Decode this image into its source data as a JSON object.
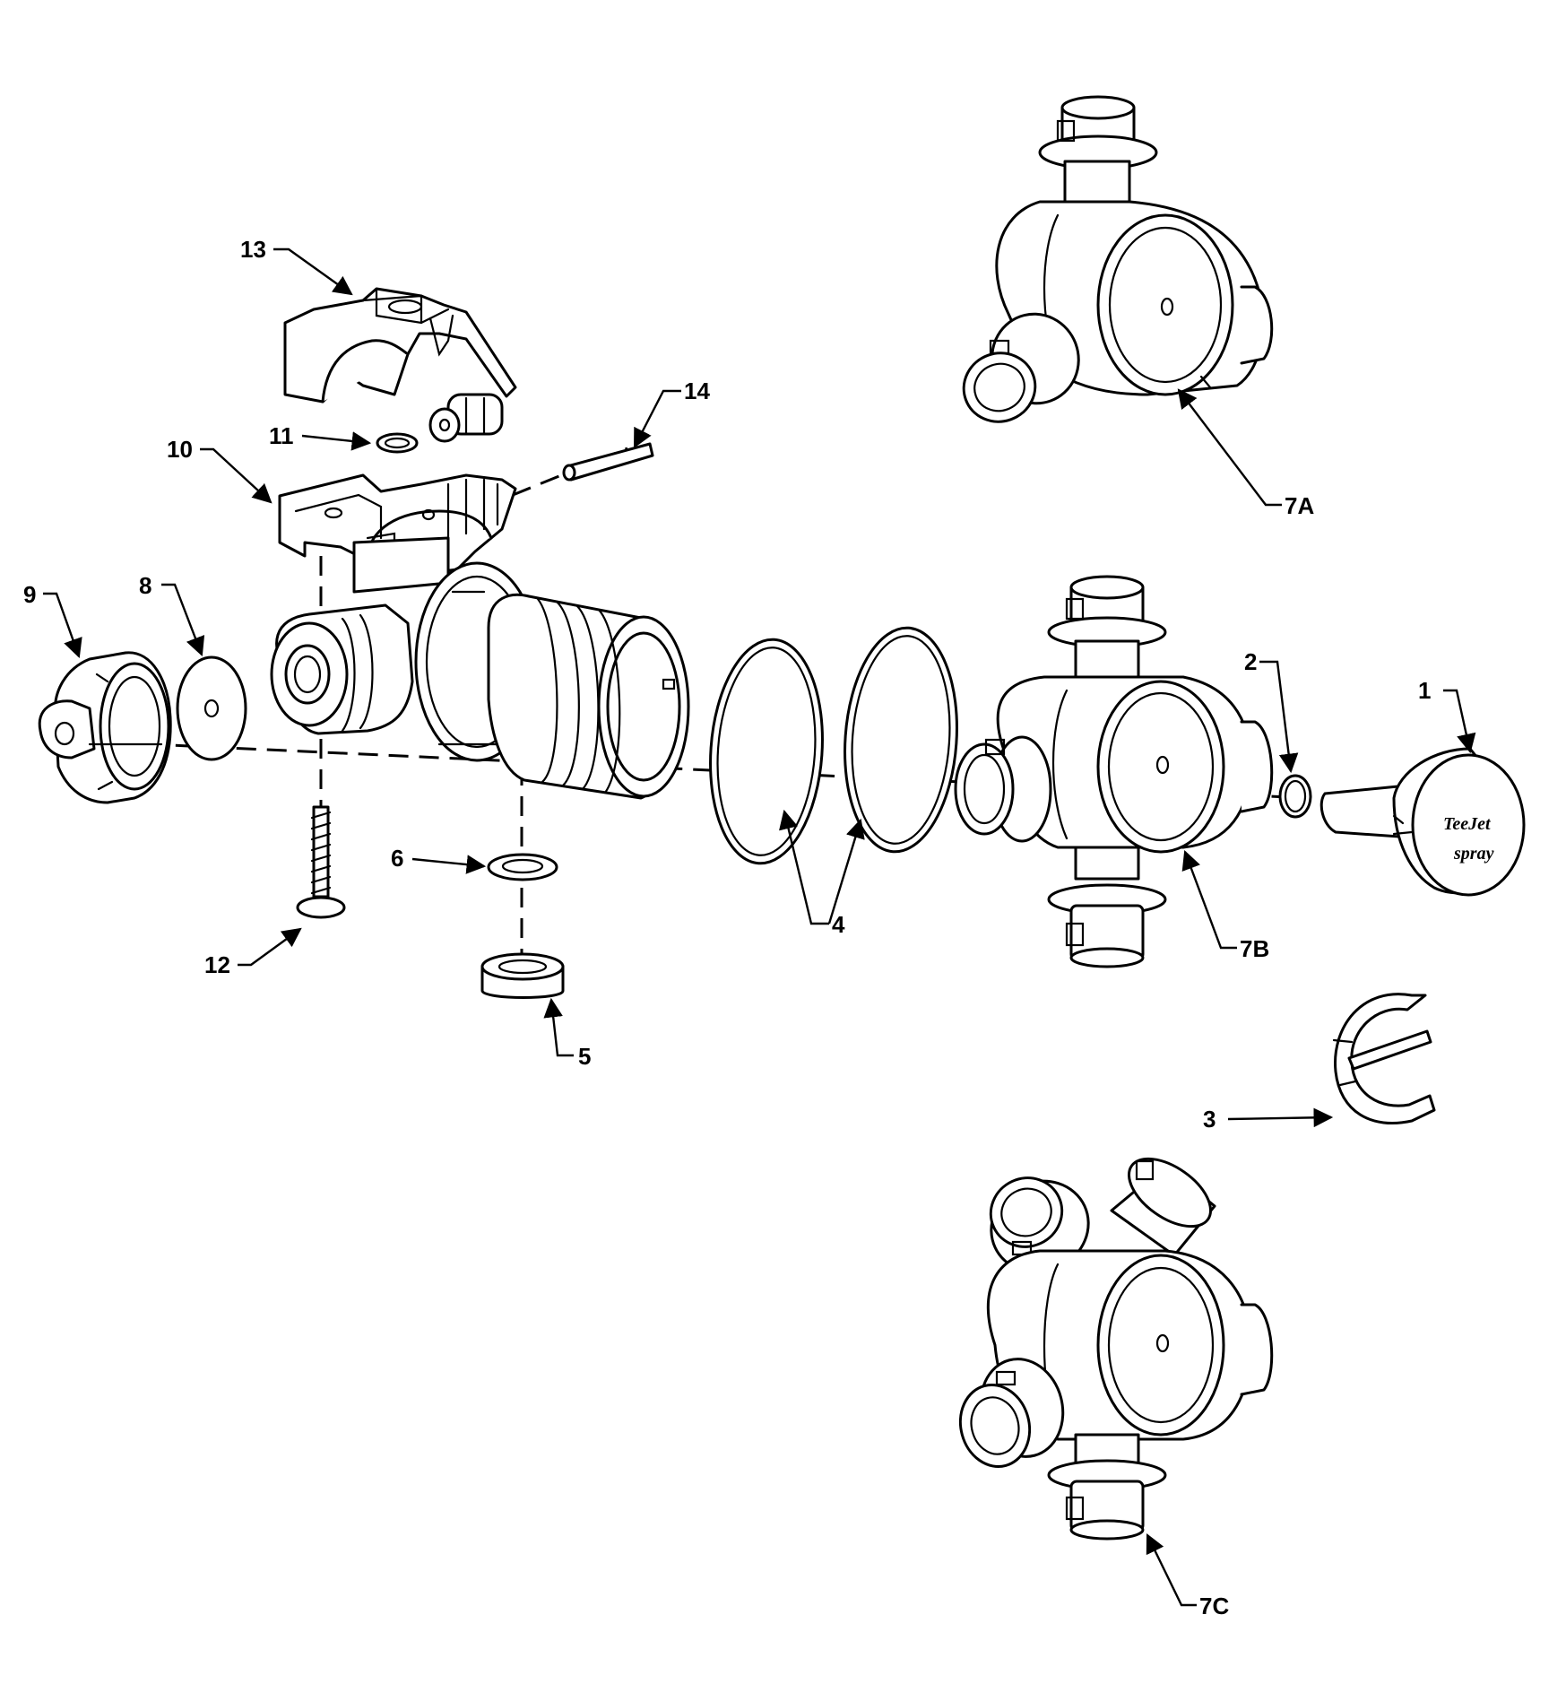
{
  "callouts": {
    "c1": "1",
    "c2": "2",
    "c3": "3",
    "c4": "4",
    "c5": "5",
    "c6": "6",
    "c7a": "7A",
    "c7b": "7B",
    "c7c": "7C",
    "c8": "8",
    "c9": "9",
    "c10": "10",
    "c11": "11",
    "c12": "12",
    "c13": "13",
    "c14": "14"
  },
  "colors": {
    "line": "#000000",
    "background": "#ffffff"
  },
  "cap_logo": {
    "line1": "TeeJet",
    "line2": "spray"
  }
}
